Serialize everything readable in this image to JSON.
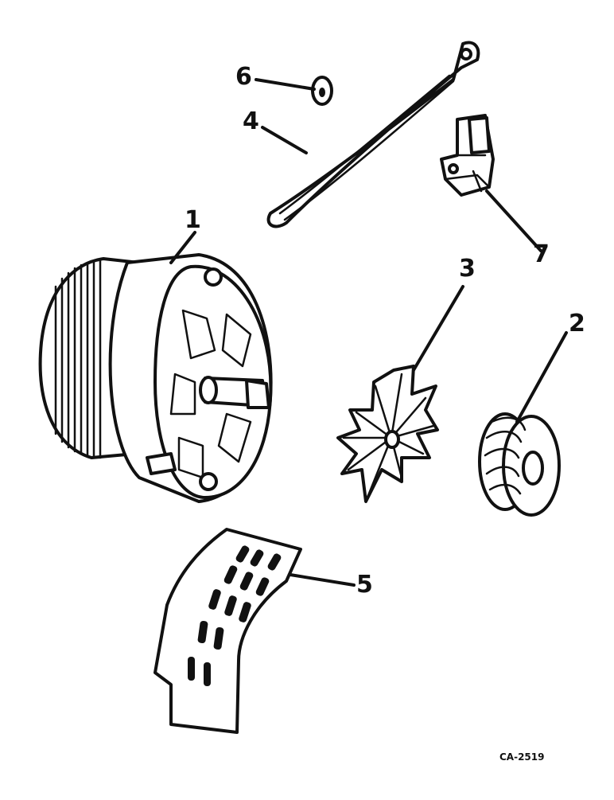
{
  "figure": {
    "code": "CA-2519"
  },
  "callouts": [
    {
      "id": "alternator",
      "label": "1"
    },
    {
      "id": "pulley",
      "label": "2"
    },
    {
      "id": "fan",
      "label": "3"
    },
    {
      "id": "strap",
      "label": "4"
    },
    {
      "id": "shield",
      "label": "5"
    },
    {
      "id": "washer",
      "label": "6"
    },
    {
      "id": "regulator",
      "label": "7"
    }
  ]
}
